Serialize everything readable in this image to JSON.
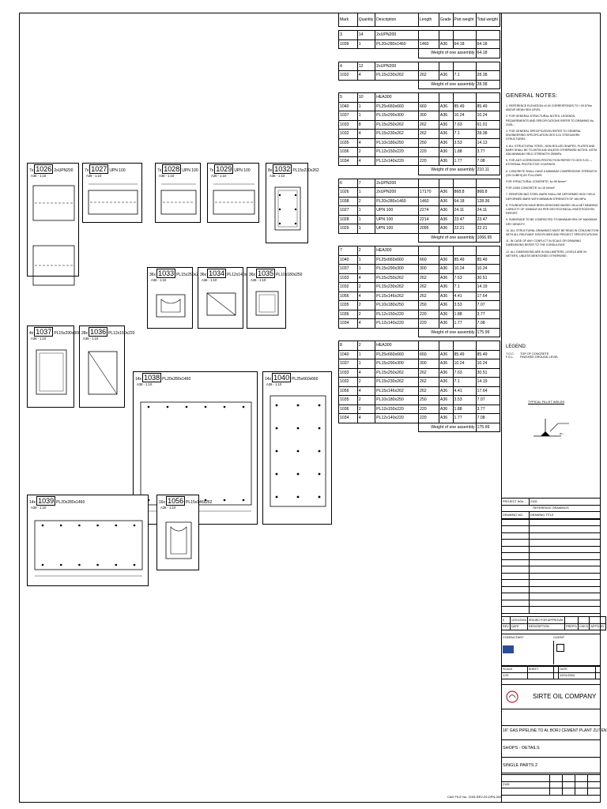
{
  "bom": {
    "headers": [
      "Mark",
      "Quantity",
      "Description",
      "Length",
      "Grade",
      "Part weight",
      "Total weight"
    ],
    "weight_label": "Weight of one assembly",
    "groups": [
      {
        "mark": "3",
        "qty": "14",
        "desc": "2xUPN200",
        "rows": [
          [
            "1039",
            "1",
            "PL20x280x1460",
            "1460",
            "A36",
            "64.18",
            "64.18"
          ]
        ],
        "total": "64.18"
      },
      {
        "mark": "4",
        "qty": "12",
        "desc": "2xUPN200",
        "rows": [
          [
            "1032",
            "4",
            "PL15x230x262",
            "262",
            "A36",
            "7.1",
            "28.38"
          ]
        ],
        "total": "28.38"
      },
      {
        "mark": "5",
        "qty": "10",
        "desc": "HEA300",
        "rows": [
          [
            "1040",
            "1",
            "PL25x660x660",
            "660",
            "A36",
            "85.49",
            "85.49"
          ],
          [
            "1037",
            "1",
            "PL15x290x300",
            "300",
            "A36",
            "10.24",
            "10.24"
          ],
          [
            "1033",
            "8",
            "PL15x250x262",
            "262",
            "A36",
            "7.63",
            "61.01"
          ],
          [
            "1032",
            "4",
            "PL15x230x262",
            "262",
            "A36",
            "7.1",
            "28.38"
          ],
          [
            "1035",
            "4",
            "PL10x180x250",
            "250",
            "A36",
            "3.53",
            "14.13"
          ],
          [
            "1036",
            "2",
            "PL12x150x220",
            "220",
            "A36",
            "1.88",
            "3.77"
          ],
          [
            "1034",
            "4",
            "PL12x140x220",
            "220",
            "A36",
            "1.77",
            "7.08"
          ]
        ],
        "total": "210.11"
      },
      {
        "mark": "6",
        "qty": "7",
        "desc": "2xUPN200",
        "rows": [
          [
            "1026",
            "1",
            "2xUPN200",
            "17170",
            "A36",
            "868.8",
            "868.8"
          ],
          [
            "1038",
            "2",
            "PL20x280x1460",
            "1460",
            "A36",
            "64.18",
            "128.36"
          ],
          [
            "1027",
            "1",
            "UPN 100",
            "2274",
            "A36",
            "24.11",
            "24.11"
          ],
          [
            "1028",
            "1",
            "UPN 100",
            "2214",
            "A36",
            "23.47",
            "23.47"
          ],
          [
            "1029",
            "1",
            "UPN 100",
            "2095",
            "A36",
            "22.21",
            "22.21"
          ]
        ],
        "total": "1066.95"
      },
      {
        "mark": "7",
        "qty": "2",
        "desc": "HEA300",
        "rows": [
          [
            "1040",
            "1",
            "PL25x660x660",
            "660",
            "A36",
            "85.49",
            "85.49"
          ],
          [
            "1037",
            "1",
            "PL15x290x300",
            "300",
            "A36",
            "10.24",
            "10.24"
          ],
          [
            "1033",
            "4",
            "PL15x250x262",
            "262",
            "A36",
            "7.63",
            "30.51"
          ],
          [
            "1032",
            "2",
            "PL15x230x262",
            "262",
            "A36",
            "7.1",
            "14.19"
          ],
          [
            "1056",
            "4",
            "PL15x146x262",
            "262",
            "A36",
            "4.41",
            "17.64"
          ],
          [
            "1035",
            "2",
            "PL10x180x250",
            "250",
            "A36",
            "3.53",
            "7.07"
          ],
          [
            "1036",
            "2",
            "PL12x150x220",
            "220",
            "A36",
            "1.88",
            "3.77"
          ],
          [
            "1034",
            "4",
            "PL12x140x220",
            "220",
            "A36",
            "1.77",
            "7.08"
          ]
        ],
        "total": "175.99"
      },
      {
        "mark": "8",
        "qty": "2",
        "desc": "HEA300",
        "rows": [
          [
            "1040",
            "1",
            "PL25x660x660",
            "660",
            "A36",
            "85.49",
            "85.49"
          ],
          [
            "1037",
            "1",
            "PL15x290x300",
            "300",
            "A36",
            "10.24",
            "10.24"
          ],
          [
            "1033",
            "4",
            "PL15x250x262",
            "262",
            "A36",
            "7.63",
            "30.51"
          ],
          [
            "1032",
            "2",
            "PL15x230x262",
            "262",
            "A36",
            "7.1",
            "14.19"
          ],
          [
            "1056",
            "4",
            "PL15x146x262",
            "262",
            "A36",
            "4.41",
            "17.64"
          ],
          [
            "1035",
            "2",
            "PL10x180x250",
            "250",
            "A36",
            "3.53",
            "7.07"
          ],
          [
            "1036",
            "2",
            "PL12x150x220",
            "220",
            "A36",
            "1.88",
            "3.77"
          ],
          [
            "1034",
            "4",
            "PL12x140x220",
            "220",
            "A36",
            "1.77",
            "7.08"
          ]
        ],
        "total": "175.99"
      }
    ]
  },
  "parts": [
    {
      "id": "p1026",
      "count": "7x",
      "mark": "1026",
      "desc": "2xUPN200",
      "grade": "A36 - 1:10"
    },
    {
      "id": "p1027",
      "count": "7x",
      "mark": "1027",
      "desc": "UPN 100",
      "grade": "A36 - 1:10"
    },
    {
      "id": "p1028",
      "count": "7x",
      "mark": "1028",
      "desc": "UPN 100",
      "grade": "A36 - 1:10"
    },
    {
      "id": "p1029",
      "count": "7x",
      "mark": "1029",
      "desc": "UPN 100",
      "grade": "A36 - 1:10"
    },
    {
      "id": "p1032",
      "count": "8x",
      "mark": "1032",
      "desc": "PL15x230x262",
      "grade": "A36 - 1:10"
    },
    {
      "id": "p1033",
      "count": "36x",
      "mark": "1033",
      "desc": "PL15x250x262",
      "grade": "A36 - 1:10"
    },
    {
      "id": "p1034",
      "count": "36x",
      "mark": "1034",
      "desc": "PL12x140x220",
      "grade": "A36 - 1:10"
    },
    {
      "id": "p1035",
      "count": "36x",
      "mark": "1035",
      "desc": "PL10x180x250",
      "grade": "A36 - 1:10"
    },
    {
      "id": "p1037",
      "count": "4x",
      "mark": "1037",
      "desc": "PL15x290x300",
      "grade": "A36 - 1:10"
    },
    {
      "id": "p1036",
      "count": "28x",
      "mark": "1036",
      "desc": "PL12x150x220",
      "grade": "A36 - 1:10"
    },
    {
      "id": "p1038",
      "count": "14x",
      "mark": "1038",
      "desc": "PL20x280x1460",
      "grade": "A36 - 1:10"
    },
    {
      "id": "p1040",
      "count": "14x",
      "mark": "1040",
      "desc": "PL25x660x660",
      "grade": "A36 - 1:10"
    },
    {
      "id": "p1039",
      "count": "14x",
      "mark": "1039",
      "desc": "PL20x280x1460",
      "grade": "A36 - 1:10"
    },
    {
      "id": "p1056",
      "count": "16x",
      "mark": "1056",
      "desc": "PL15x146x262",
      "grade": "A36 - 1:10"
    }
  ],
  "notes": {
    "title": "GENERAL NOTES:",
    "items": [
      "1. REFERENCE ELEVATION ±0.00 CORRESPONDS TO +20.576m ABOVE MEAN SEA LEVEL.",
      "2. FOR GENERAL STRUCTURAL NOTES, LEGENDS, REQUIREMENTS AND SPECIFICATIONS REFER TO DRAWING No. 2105-...",
      "3. FOR GENERAL SPECIFICATION REFER TO GENERAL ENGINEERING SPECIFICATION GES S.01 STEELWORK STRUCTURES.",
      "4. ALL STRUCTURAL STEEL, NON-ROLLED SHAPES, PLATES AND BARS SHALL BE TO ASTM A36 UNLESS OTHERWISE NOTED. ASTM A36 MINIMUM YIELD STRENGTH 250MPa.",
      "5. FOR ANTI-CORROSION PROTECTION REFER TO GES S.03 — EXTERNAL PROTECTIVE COATINGS.",
      "6. CONCRETE SHALL HAVE A MINIMUM COMPRESSIVE STRENGTH (ON CUBES) AS FOLLOWS:",
      "FOR STRUCTURAL CONCRETE: fc=35 N/mm²",
      "FOR LEAN CONCRETE: fc=15 N/mm²",
      "7. REINFORCING STEEL BARS SHALL BE DEFORMED HIGH YIELD DEFORMED BARS WITH MINIMUM STRENGTH OF 460 MPa.",
      "8. FOUNDATION HAVE BEEN DESIGNED BASED ON A NET BEARING CAPACITY OF 200kN/m² AS PER GEOTECHNICAL INVESTIGATION REPORT.",
      "9. SUBGRADE TO BE COMPACTED TO MINIMUM 95% OF MAXIMUM DRY DENSITY.",
      "10. ALL STRUCTURAL DRAWINGS MUST BE READ IN CONJUNCTION WITH ALL RELEVANT DISCIPLINES AND PROJECT SPECIFICATIONS.",
      "11. IN CASE OF ANY CONFLICT IN SCALE OR DRAWING DIMENSIONS REFER TO THE CONSULTANT.",
      "12. ALL DIMENSIONS ARE IN MILLIMETERS, LEVELS ARE IN METERS, UNLESS MENTIONED OTHERWISE."
    ],
    "legend_title": "LEGEND:",
    "legend": [
      [
        "T.O.C.",
        "TOP OF CONCRETE"
      ],
      [
        "F.G.L.",
        "FINISHED GROUND LEVEL"
      ]
    ],
    "fillet_title": "TYPICAL FILLET WELDS"
  },
  "titleblock": {
    "project_no_label": "PROJECT NOs",
    "project_no": "2105",
    "ref_title": "REFERENCE DRAWINGS",
    "ref_cols": [
      "DRAWING NO.",
      "DRAWING TITLE"
    ],
    "rev_row": [
      "0",
      "12/01/2004",
      "ISSUED FOR APPROVAL",
      "",
      "",
      "",
      ""
    ],
    "rev_cols": [
      "REV",
      "DATE",
      "DESCRIPTION",
      "PREP'D",
      "CHK'D",
      "APP'D BY"
    ],
    "consultant_label": "CONSULTANT",
    "client_label": "CLIENT",
    "scale_label": "SCALE",
    "sheet_label": "SHEET",
    "date_label": "DATE",
    "scale": "1:25",
    "date": "12/01/2004",
    "company": "SIRTE OIL COMPANY",
    "project_title": "16\" GAS PIPELINE TO AL BORJ CEMENT PLANT ZLITEN",
    "drawing_title": "SHOPS - DETAILS",
    "drawing_sub": "SINGLE PARTS 2",
    "footer_no": "2105",
    "cad_file_label": "CAD FILE",
    "cad_file": "No. 2105-REV-09-DPN-002"
  }
}
